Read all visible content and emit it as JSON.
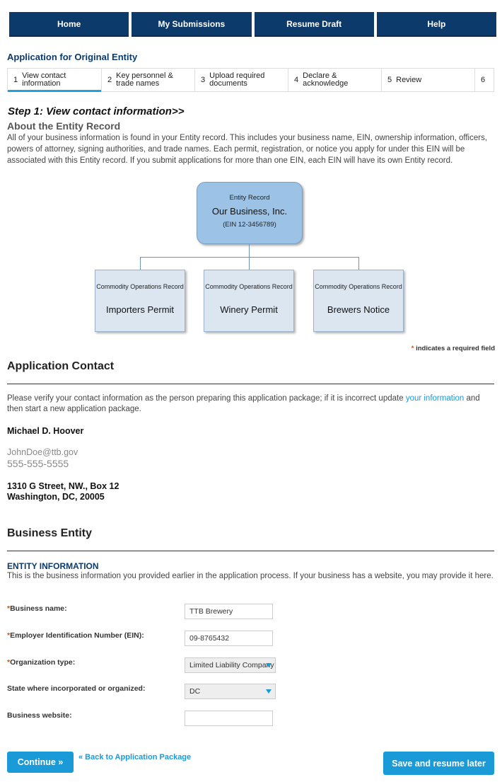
{
  "nav": {
    "items": [
      "Home",
      "My Submissions",
      "Resume Draft",
      "Help"
    ]
  },
  "app_title": "Application for Original Entity",
  "stepper": {
    "steps": [
      {
        "num": "1",
        "label": "View contact information"
      },
      {
        "num": "2",
        "label": "Key personnel & trade names"
      },
      {
        "num": "3",
        "label": "Upload required documents"
      },
      {
        "num": "4",
        "label": "Declare & acknowledge"
      },
      {
        "num": "5",
        "label": "Review"
      },
      {
        "num": "6",
        "label": ""
      }
    ]
  },
  "step_heading": "Step 1: View contact information>>",
  "about": {
    "heading": "About the Entity Record",
    "text": "All of your business information is found in your Entity record. This includes your business name, EIN, ownership information, officers, powers of attorney, signing authorities, and trade names. Each permit, registration, or notice you apply for under this EIN will be associated with this Entity record. If you submit applications for more than one EIN, each EIN will have its own Entity record."
  },
  "diagram": {
    "entity": {
      "small": "Entity Record",
      "name": "Our Business, Inc.",
      "ein": "(EIN 12-3456789)"
    },
    "children": [
      {
        "small": "Commodity Operations Record",
        "name": "Importers Permit"
      },
      {
        "small": "Commodity Operations Record",
        "name": "Winery Permit"
      },
      {
        "small": "Commodity Operations Record",
        "name": "Brewers Notice"
      }
    ]
  },
  "required_note": {
    "star": "*",
    "text": " indicates a required field"
  },
  "contact": {
    "title": "Application Contact",
    "verify_pre": "Please verify your contact information as the person preparing this application package; if it is incorrect update ",
    "verify_link": "your information",
    "verify_post": " and then start a new application package.",
    "name": "Michael D. Hoover",
    "email": "JohnDoe@ttb.gov",
    "phone": "555-555-5555",
    "address1": "1310 G Street, NW., Box 12",
    "address2": "Washington, DC, 20005"
  },
  "business": {
    "title": "Business Entity",
    "info_title": "ENTITY INFORMATION",
    "info_text": "This is the business information you provided earlier in the application process. If your business has a website, you may provide it here.",
    "fields": {
      "name": {
        "label": "Business name:",
        "value": "TTB Brewery"
      },
      "ein": {
        "label": "Employer Identification Number (EIN):",
        "value": "09-8765432"
      },
      "org_type": {
        "label": "Organization type:",
        "value": "Limited Liability Company"
      },
      "state": {
        "label": "State where incorporated or organized:",
        "value": "DC"
      },
      "website": {
        "label": "Business website:",
        "value": ""
      }
    },
    "star": "*"
  },
  "actions": {
    "continue": "Continue »",
    "back": "« Back to Application Package",
    "save": "Save and resume later"
  }
}
